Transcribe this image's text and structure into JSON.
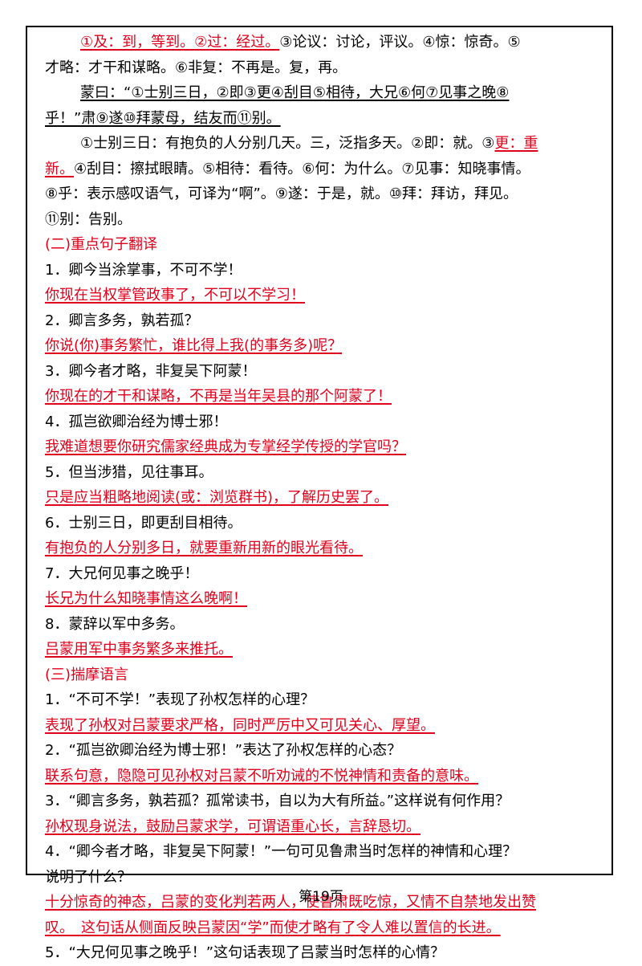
{
  "p1": {
    "l1": {
      "r1": "①及：到，等到。",
      "r2": "②过：经过。",
      "rest": "③论议：讨论，评议。④惊：惊奇。⑤"
    },
    "l2": "才略：才干和谋略。⑥非复：不再是。复，再。"
  },
  "p2": {
    "l1": "蒙曰：“①士别三日，②即③更④刮目⑤相待，大兄⑥何⑦见事之晚⑧",
    "l2": "乎！”肃⑨遂⑩拜蒙母，结友而⑪别。"
  },
  "p3": {
    "l1": {
      "a": "①士别三日：有抱负的人分别几天。三，泛指多天。②即：就。③",
      "r": "更：重"
    },
    "l2": {
      "r": "新。",
      "b": "④刮目：擦拭眼睛。⑤相待：看待。⑥何：为什么。⑦见事：知晓事情。"
    },
    "l3": "⑧乎：表示感叹语气，可译为“啊”。⑨遂：于是，就。⑩拜：拜访，拜见。",
    "l4": "⑪别：告别。"
  },
  "section2": {
    "title": "(二)重点句子翻译",
    "items": [
      {
        "q": "1．卿今当涂掌事，不可不学！",
        "a": "你现在当权掌管政事了，不可以不学习！"
      },
      {
        "q": "2．卿言多务，孰若孤？",
        "a": "你说(你)事务繁忙，谁比得上我(的事务多)呢？"
      },
      {
        "q": "3．卿今者才略，非复吴下阿蒙！",
        "a": "你现在的才干和谋略，不再是当年吴县的那个阿蒙了！"
      },
      {
        "q": "4．孤岂欲卿治经为博士邪！",
        "a": "我难道想要你研究儒家经典成为专掌经学传授的学官吗？"
      },
      {
        "q": "5．但当涉猎，见往事耳。",
        "a": "只是应当粗略地阅读(或：浏览群书)，了解历史罢了。"
      },
      {
        "q": "6．士别三日，即更刮目相待。",
        "a": "有抱负的人分别多日，就要重新用新的眼光看待。"
      },
      {
        "q": "7．大兄何见事之晚乎！",
        "a": "长兄为什么知晓事情这么晚啊！"
      },
      {
        "q": "8．蒙辞以军中多务。",
        "a": "吕蒙用军中事务繁多来推托。"
      }
    ]
  },
  "section3": {
    "title": "(三)揣摩语言",
    "q1": "1．“不可不学！”表现了孙权怎样的心理？",
    "a1": "表现了孙权对吕蒙要求严格，同时严厉中又可见关心、厚望。",
    "q2": "2．“孤岂欲卿治经为博士邪！”表达了孙权怎样的心态？",
    "a2": "联系句意，隐隐可见孙权对吕蒙不听劝诫的不悦神情和责备的意味。",
    "q3": "3．“卿言多务，孰若孤？孤常读书，自以为大有所益。”这样说有何作用？",
    "a3": "孙权现身说法，鼓励吕蒙求学，可谓语重心长，言辞恳切。",
    "q4l1": "4．“卿今者才略，非复吴下阿蒙！”一句可见鲁肃当时怎样的神情和心理？",
    "q4l2": "说明了什么？",
    "a4l1": "十分惊奇的神态，吕蒙的变化判若两人，使鲁肃既吃惊，又情不自禁地发出赞",
    "a4l2": "叹。　这句话从侧面反映吕蒙因“学”而使才略有了令人难以置信的长进。",
    "q5": "5．“大兄何见事之晚乎！”这句话表现了吕蒙当时怎样的心情？"
  },
  "footer": {
    "page": "第19页"
  },
  "colors": {
    "answer": "#e0001b",
    "text": "#000000"
  }
}
